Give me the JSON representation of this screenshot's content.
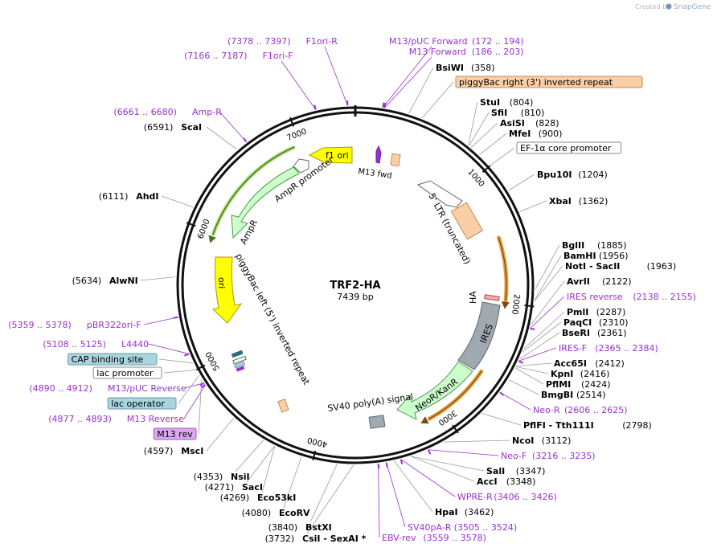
{
  "header": {
    "credit_prefix": "Created by",
    "credit_brand": "SnapGene"
  },
  "plasmid": {
    "name": "TRF2-HA",
    "size_label": "7439 bp",
    "length": 7439
  },
  "ticks": [
    {
      "bp": 1000,
      "label": "1000"
    },
    {
      "bp": 2000,
      "label": "2000"
    },
    {
      "bp": 3000,
      "label": "3000"
    },
    {
      "bp": 4000,
      "label": "4000"
    },
    {
      "bp": 5000,
      "label": "5000"
    },
    {
      "bp": 6000,
      "label": "6000"
    },
    {
      "bp": 7000,
      "label": "7000"
    }
  ],
  "right_labels": [
    {
      "kind": "enzyme",
      "name": "BsiWI",
      "pos": "(358)"
    },
    {
      "kind": "box",
      "text": "piggyBac right (3') inverted repeat",
      "fill": "#f9cfa6",
      "stroke": "#c98a55"
    },
    {
      "kind": "enzyme",
      "name": "StuI",
      "pos": "(804)"
    },
    {
      "kind": "enzyme",
      "name": "SfiI",
      "pos": "(810)"
    },
    {
      "kind": "enzyme",
      "name": "AsiSI",
      "pos": "(828)"
    },
    {
      "kind": "enzyme",
      "name": "MfeI",
      "pos": "(900)"
    },
    {
      "kind": "box",
      "text": "EF-1α core promoter",
      "fill": "#ffffff",
      "stroke": "#888888"
    },
    {
      "kind": "enzyme",
      "name": "Bpu10I",
      "pos": "(1204)"
    },
    {
      "kind": "enzyme",
      "name": "XbaI",
      "pos": "(1362)"
    },
    {
      "kind": "enzyme",
      "name": "BglII",
      "pos": "(1885)"
    },
    {
      "kind": "enzyme",
      "name": "BamHI",
      "pos": "(1956)"
    },
    {
      "kind": "enzyme",
      "name": "NotI  - SacII",
      "pos": "(1963)"
    },
    {
      "kind": "enzyme",
      "name": "AvrII",
      "pos": "(2122)"
    },
    {
      "kind": "primer",
      "name": "IRES reverse",
      "pos": "(2138 .. 2155)"
    },
    {
      "kind": "enzyme",
      "name": "PmlI",
      "pos": "(2287)"
    },
    {
      "kind": "enzyme",
      "name": "PaqCI",
      "pos": "(2310)"
    },
    {
      "kind": "enzyme",
      "name": "BseRI",
      "pos": "(2361)"
    },
    {
      "kind": "primer",
      "name": "IRES-F",
      "pos": "(2365 .. 2384)"
    },
    {
      "kind": "enzyme",
      "name": "Acc65I",
      "pos": "(2412)"
    },
    {
      "kind": "enzyme",
      "name": "KpnI",
      "pos": "(2416)"
    },
    {
      "kind": "enzyme",
      "name": "PflMI",
      "pos": "(2424)"
    },
    {
      "kind": "enzyme",
      "name": "BmgBI",
      "pos": "(2514)"
    },
    {
      "kind": "primer",
      "name": "Neo-R",
      "pos": "(2606 .. 2625)"
    },
    {
      "kind": "enzyme",
      "name": "PflFI  - Tth111I",
      "pos": "(2798)"
    },
    {
      "kind": "enzyme",
      "name": "NcoI",
      "pos": "(3112)"
    },
    {
      "kind": "primer",
      "name": "Neo-F",
      "pos": "(3216 .. 3235)"
    },
    {
      "kind": "enzyme",
      "name": "SalI",
      "pos": "(3347)"
    },
    {
      "kind": "enzyme",
      "name": "AccI",
      "pos": "(3348)"
    },
    {
      "kind": "primer",
      "name": "WPRE-R",
      "pos": "(3406 .. 3426)"
    },
    {
      "kind": "enzyme",
      "name": "HpaI",
      "pos": "(3462)"
    },
    {
      "kind": "primer",
      "name": "SV40pA-R",
      "pos": "(3505 .. 3524)"
    },
    {
      "kind": "primer",
      "name": "EBV-rev",
      "pos": "(3559 .. 3578)"
    }
  ],
  "top_labels": [
    {
      "kind": "primer",
      "name": "M13/pUC Forward",
      "pos": "(172 .. 194)"
    },
    {
      "kind": "primer",
      "name": "M13 Forward",
      "pos": "(186 .. 203)"
    },
    {
      "kind": "primer",
      "name": "F1ori-R",
      "pos": "(7378 .. 7397)"
    },
    {
      "kind": "primer",
      "name": "F1ori-F",
      "pos": "(7166 .. 7187)"
    }
  ],
  "left_labels": [
    {
      "kind": "primer",
      "name": "Amp-R",
      "pos": "(6661 .. 6680)"
    },
    {
      "kind": "enzyme",
      "name": "ScaI",
      "pos": "(6591)"
    },
    {
      "kind": "enzyme",
      "name": "AhdI",
      "pos": "(6111)"
    },
    {
      "kind": "enzyme",
      "name": "AlwNI",
      "pos": "(5634)"
    },
    {
      "kind": "primer",
      "name": "pBR322ori-F",
      "pos": "(5359 .. 5378)"
    },
    {
      "kind": "primer",
      "name": "L4440",
      "pos": "(5108 .. 5125)"
    },
    {
      "kind": "box",
      "text": "CAP binding site",
      "fill": "#a8d5df",
      "stroke": "#6a9aa6"
    },
    {
      "kind": "box",
      "text": "lac promoter",
      "fill": "#ffffff",
      "stroke": "#888888"
    },
    {
      "kind": "primer",
      "name": "M13/pUC Reverse",
      "pos": "(4890 .. 4912)"
    },
    {
      "kind": "box",
      "text": "lac operator",
      "fill": "#a8d5df",
      "stroke": "#6a9aa6"
    },
    {
      "kind": "primer",
      "name": "M13 Reverse",
      "pos": "(4877 .. 4893)"
    },
    {
      "kind": "box",
      "text": "M13 rev",
      "fill": "#d9a8ef",
      "stroke": "#9b5fc0"
    },
    {
      "kind": "enzyme",
      "name": "MscI",
      "pos": "(4597)"
    }
  ],
  "bottom_labels": [
    {
      "kind": "enzyme",
      "name": "NsiI",
      "pos": "(4353)"
    },
    {
      "kind": "enzyme",
      "name": "SacI",
      "pos": "(4271)"
    },
    {
      "kind": "enzyme",
      "name": "Eco53kI",
      "pos": "(4269)"
    },
    {
      "kind": "enzyme",
      "name": "EcoRV",
      "pos": "(4080)"
    },
    {
      "kind": "enzyme",
      "name": "BstXI",
      "pos": "(3840)"
    },
    {
      "kind": "enzyme",
      "name": "CsiI  - SexAI *",
      "pos": "(3732)"
    }
  ],
  "features": [
    {
      "name": "f1 ori",
      "color": "#ffff00",
      "stroke": "#a89c00"
    },
    {
      "name": "AmpR promoter",
      "color": "#ffffff",
      "stroke": "#666666"
    },
    {
      "name": "AmpR",
      "color": "#ccffcc",
      "stroke": "#4f9b4f"
    },
    {
      "name": "ori",
      "color": "#ffff00",
      "stroke": "#a89c00"
    },
    {
      "name": "piggyBac left (5') inverted repeat",
      "color": "#f9cfa6",
      "stroke": "#c98a55"
    },
    {
      "name": "M13 fwd",
      "color": "#9b30d0",
      "stroke": "#6a1e92"
    },
    {
      "name": "5' LTR (truncated)",
      "color": "#f9cfa6",
      "stroke": "#c98a55"
    },
    {
      "name": "HA",
      "color": "#f7a8a8",
      "stroke": "#b05050"
    },
    {
      "name": "IRES",
      "color": "#a0a8b0",
      "stroke": "#606870"
    },
    {
      "name": "NeoR/KanR",
      "color": "#ccffcc",
      "stroke": "#4f9b4f"
    },
    {
      "name": "SV40 poly(A) signal",
      "color": "#a0a8b0",
      "stroke": "#606870"
    }
  ],
  "colors": {
    "primer": "#9b30d0",
    "orf_arc": "#e6a03a",
    "amp_arc": "#4b8f24",
    "backbone": "#111111"
  }
}
